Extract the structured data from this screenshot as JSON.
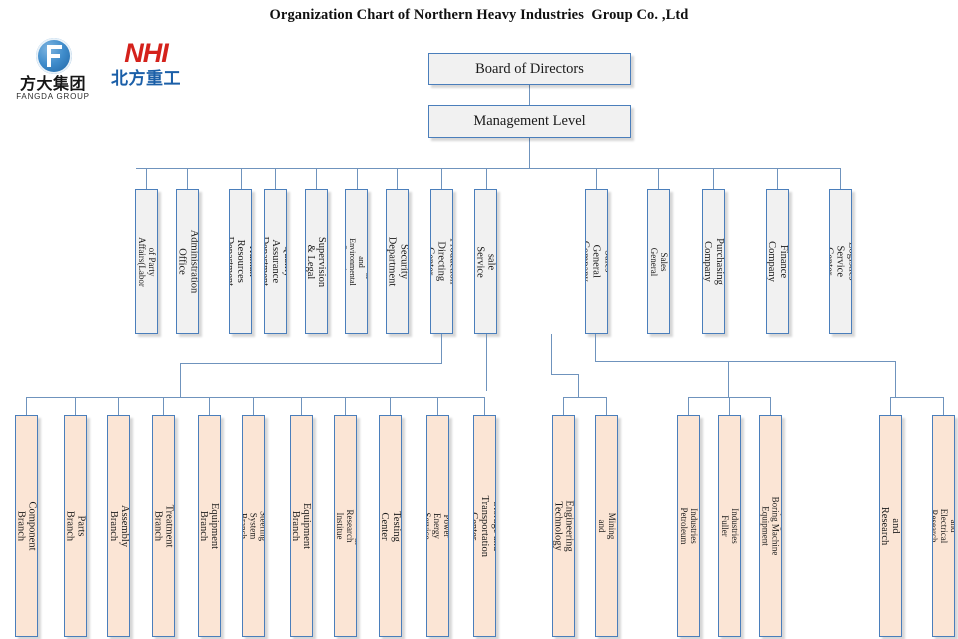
{
  "title": "Organization Chart of Northern Heavy Industries  Group Co. ,Ltd",
  "logos": {
    "fangda": {
      "chinese": "方大集团",
      "english": "FANGDA GROUP"
    },
    "nhi": {
      "english": "NHI",
      "chinese": "北方重工"
    }
  },
  "colors": {
    "box_border": "#4a7ebb",
    "box_fill_gray": "#f1f1f1",
    "box_fill_peach": "#fbe5d5",
    "connector": "#6f93bd",
    "title_text": "#101010",
    "nhi_red": "#d4211b",
    "nhi_blue": "#1b5fa8"
  },
  "top": {
    "board": "Board of Directors",
    "management": "Management Level"
  },
  "level2_left": [
    "Department of Party Affairs(Labor Union)",
    "Administration Office",
    "Human Resources Department",
    "Quality Assurance Department",
    "Audit, Supervision & Legal Department",
    "Safety Technology and Environmental Protection Department",
    "Security Department",
    "Production Directing Center",
    "After-sale Service Center"
  ],
  "level2_right": [
    "Sales General Company",
    "International Sales General Company",
    "Purchasing Company",
    "Finance Company",
    "Logistics Service Center"
  ],
  "level3_production": [
    "Major Component Branch Factory",
    "Structural Parts Branch Factory",
    "General Assembly Branch Factory",
    "Heat Treatment Branch Factory",
    "Bulk Equipment Branch Factory",
    "Automobile Steering System Branch Factory",
    "Special Equipment Branch Factory",
    "Technology Research Institue Department",
    "Testing Center",
    "Equipment Power Energy Service Department",
    "Storage and Transportation Center"
  ],
  "level3_tunnel": [
    "Tunnel Engineering Technology Company",
    "State Key Laboratory of Intelligent Mining and Equipment for Deep Metal Mines"
  ],
  "level3_subsidiaries": [
    "Northern Heavy Industries Petroleum Equipment Co. ,Ltd",
    "Northern Heavy Industries Fuller (Shenyang) MiningCo.,Ltd",
    "ShenyangTunnel Boring Machine Equipment Co.,Ltd"
  ],
  "level3_research": [
    "Design and Research Institute",
    "Shenyang Mechanical and Electrical Research and Design Institute"
  ]
}
